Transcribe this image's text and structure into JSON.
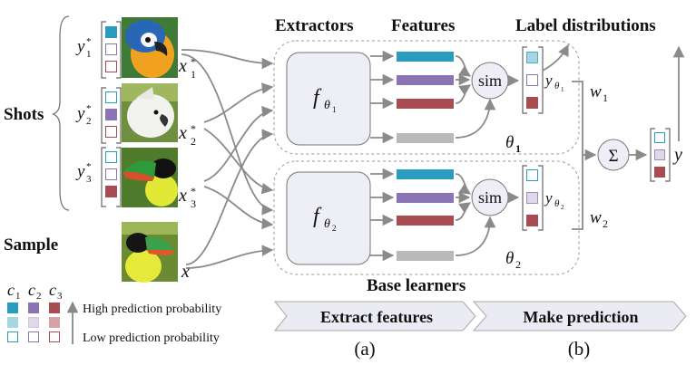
{
  "colors": {
    "teal": "#2a9cc0",
    "purple": "#8a74b4",
    "red": "#a84c52",
    "gray": "#b9b9b9",
    "light_teal": "#a6d6e2",
    "light_purple": "#ded8ea",
    "light_red": "#d7a3a6",
    "arrow": "#8a8a8a",
    "panel": "#eeeef6"
  },
  "labels": {
    "shots": "Shots",
    "sample": "Sample",
    "extractors": "Extractors",
    "features": "Features",
    "label_distributions": "Label distributions",
    "base_learners": "Base learners",
    "extract_features": "Extract features",
    "make_prediction": "Make prediction",
    "panel_a": "(a)",
    "panel_b": "(b)",
    "high_prob": "High prediction probability",
    "low_prob": "Low prediction probability",
    "sim": "sim",
    "sum": "Σ"
  },
  "shots": [
    {
      "label": "y",
      "sup": "*",
      "sub": "1",
      "input": "x",
      "input_sub": "1",
      "animal": "macaw"
    },
    {
      "label": "y",
      "sup": "*",
      "sub": "2",
      "input": "x",
      "input_sub": "2",
      "animal": "cockatoo"
    },
    {
      "label": "y",
      "sup": "*",
      "sub": "3",
      "input": "x",
      "input_sub": "3",
      "animal": "toucan"
    }
  ],
  "sample": {
    "input": "x",
    "animal": "toucan"
  },
  "extractors": [
    {
      "f": "f",
      "theta": "θ",
      "sub": "1",
      "theta_label": "θ",
      "theta_sub": "1",
      "output": "y",
      "weight": "w",
      "weight_sub": "1"
    },
    {
      "f": "f",
      "theta": "θ",
      "sub": "2",
      "theta_label": "θ",
      "theta_sub": "2",
      "output": "y",
      "weight": "w",
      "weight_sub": "2"
    }
  ],
  "final_output": "y",
  "classes": [
    {
      "c": "c",
      "sub": "1"
    },
    {
      "c": "c",
      "sub": "2"
    },
    {
      "c": "c",
      "sub": "3"
    }
  ]
}
